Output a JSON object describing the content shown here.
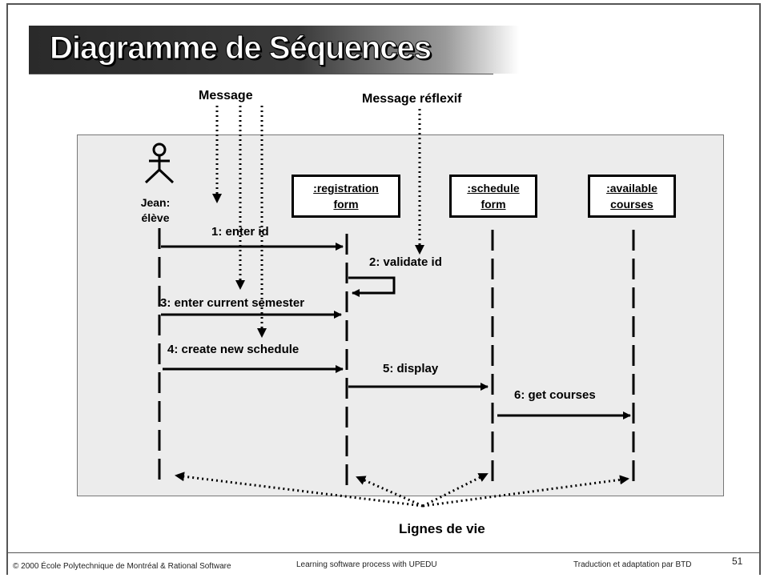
{
  "title": "Diagramme de Séquences",
  "annotations": {
    "message": "Message",
    "reflexive_message": "Message réflexif",
    "lifelines": "Lignes de vie"
  },
  "actor": {
    "name_line1": "Jean:",
    "name_line2": "élève"
  },
  "objects": [
    {
      "line1": ":registration",
      "line2": "form"
    },
    {
      "line1": ":schedule",
      "line2": "form"
    },
    {
      "line1": ":available",
      "line2": "courses"
    }
  ],
  "messages": [
    "1: enter id",
    "2: validate id",
    "3: enter current semester",
    "4: create new schedule",
    "5: display",
    "6: get courses"
  ],
  "footer": {
    "left": "© 2000 École Polytechnique de Montréal  & Rational Software",
    "center": "Learning software process with UPEDU",
    "right": "Traduction et adaptation par BTD",
    "page": "51"
  }
}
